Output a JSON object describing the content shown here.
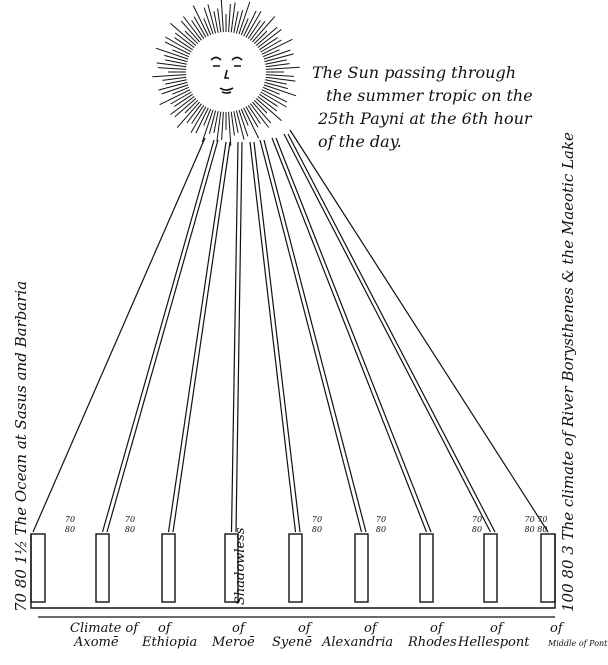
{
  "caption": [
    "The Sun passing through",
    "the summer tropic on the",
    "25th Payni at the 6th hour",
    "of the day."
  ],
  "left_side_label": "70  80  1½  The Ocean at Sasus and Barbaria",
  "right_side_label": "100  80  3  The climate of River Borysthenes & the Maeotic Lake",
  "gnomon_note": "Shadowless",
  "climates_top": [
    "Climate of",
    "of",
    "of",
    "of",
    "of",
    "of",
    "of",
    "of"
  ],
  "climates_bottom": [
    "Axomē",
    "Ethiopia",
    "Meroē",
    "Syenē",
    "Alexandria",
    "Rhodes",
    "Hellespont",
    "Middle of Pontus"
  ],
  "gnomon_values": [
    "70\n80",
    "70\n80",
    "",
    "70\n80",
    "70\n80",
    "70\n80",
    "70 70\n80 80"
  ],
  "colors": {
    "ink": "#111111",
    "paper": "#ffffff"
  },
  "icons": {
    "sun": "sun-face-icon"
  }
}
